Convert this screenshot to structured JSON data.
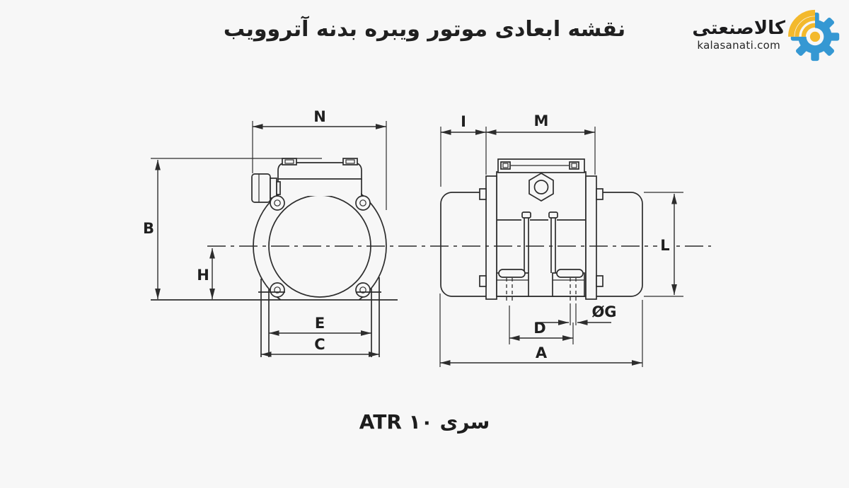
{
  "header": {
    "title": "نقشه ابعادی موتور ویبره بدنه آتروویب"
  },
  "logo": {
    "brand": "کالاصنعتی",
    "domain": "kalasanati.com",
    "colors": {
      "gear": "#3598d3",
      "signal": "#f3b92d"
    }
  },
  "drawing": {
    "line_color": "#2d2d2d",
    "dims": {
      "n": "N",
      "b": "B",
      "h": "H",
      "e": "E",
      "c": "C",
      "i": "I",
      "m": "M",
      "l": "L",
      "d": "D",
      "g": "ØG",
      "a": "A"
    }
  },
  "footer": {
    "series_label": "سری",
    "series_model": "ATR ۱۰"
  }
}
